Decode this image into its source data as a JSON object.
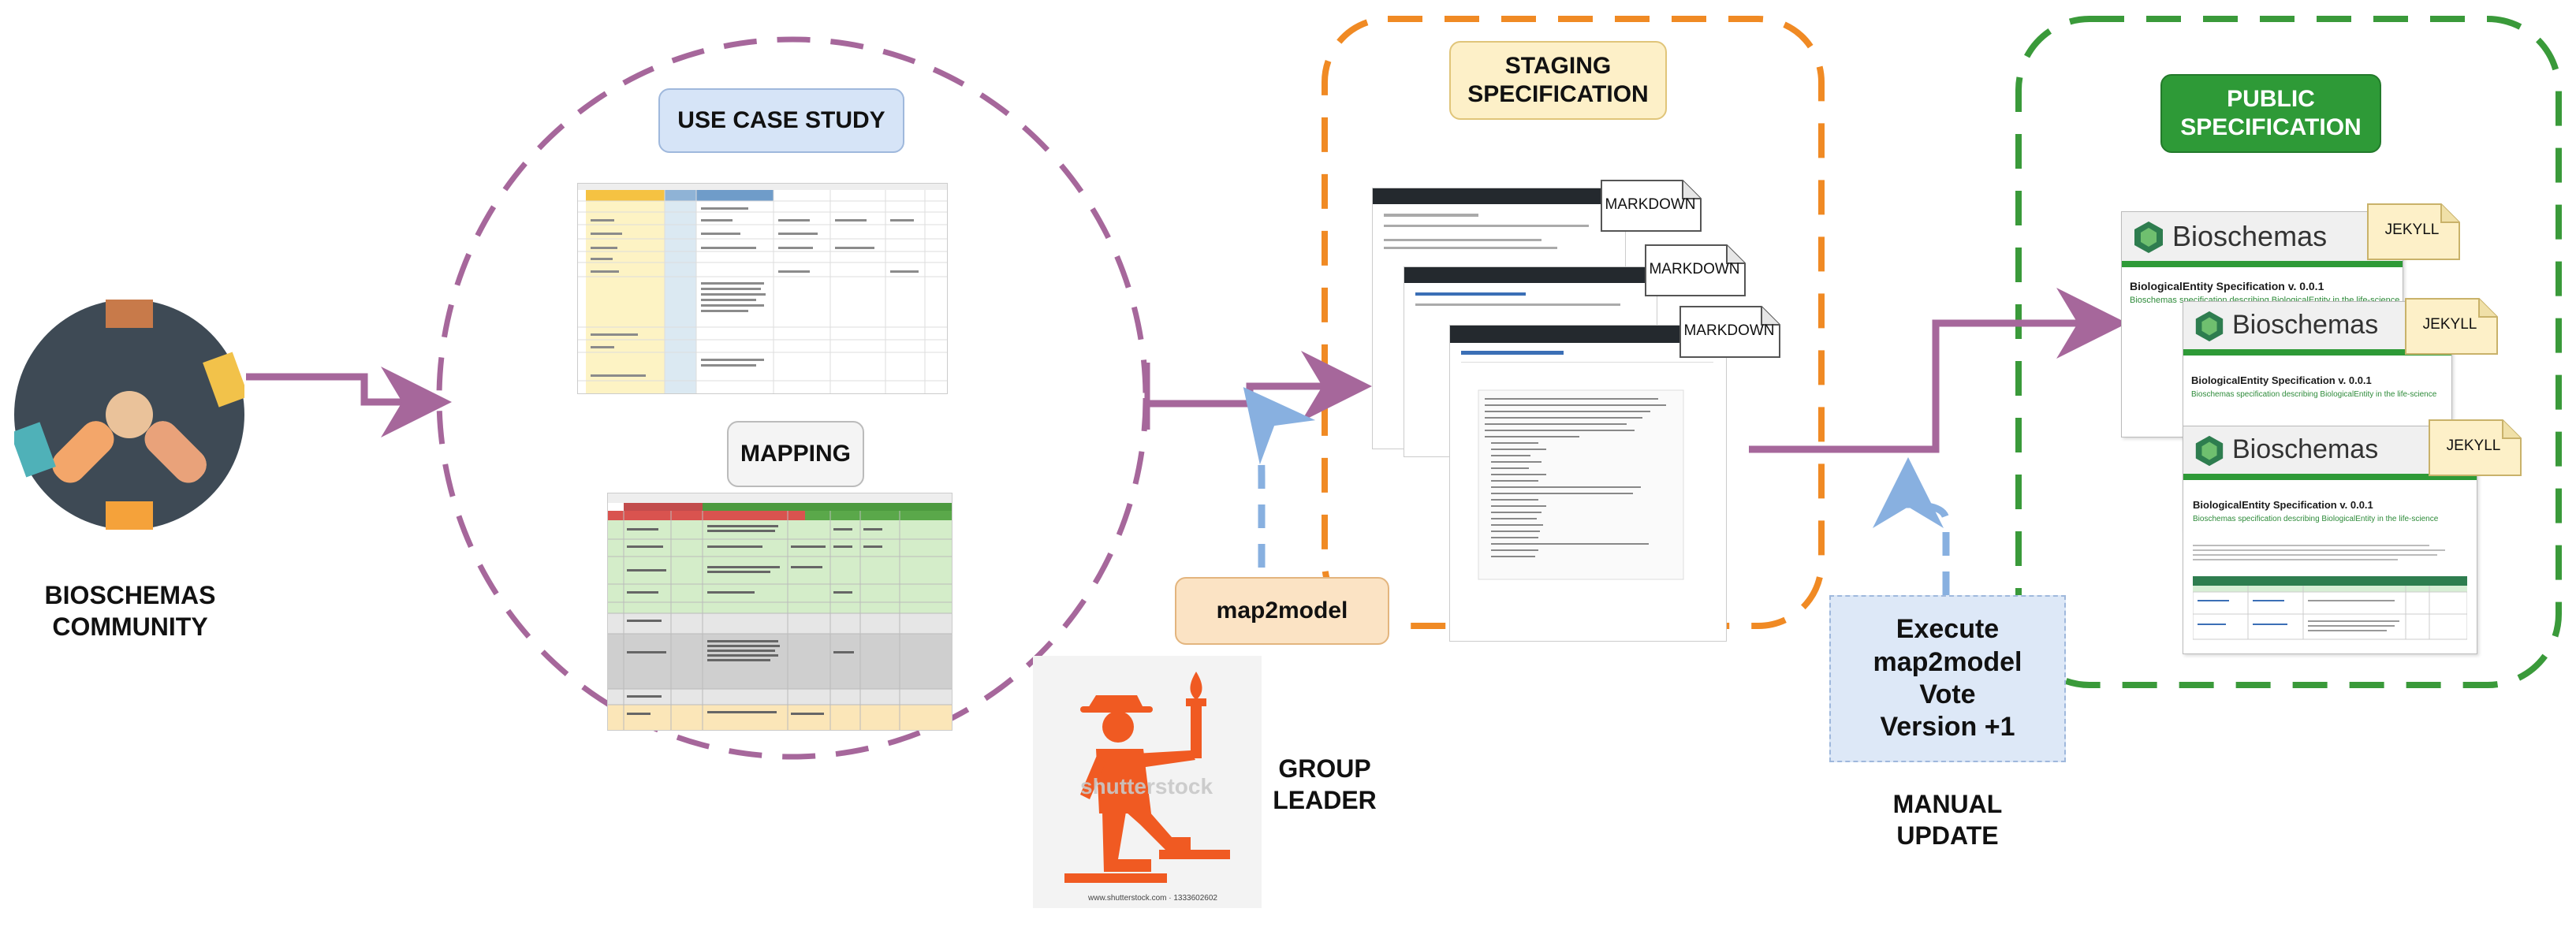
{
  "community": {
    "caption_line1": "BIOSCHEMAS",
    "caption_line2": "COMMUNITY"
  },
  "use_case": {
    "label": "USE CASE STUDY"
  },
  "mapping": {
    "label": "MAPPING"
  },
  "staging": {
    "label_line1": "STAGING",
    "label_line2": "SPECIFICATION",
    "tags": [
      "MARKDOWN",
      "MARKDOWN",
      "MARKDOWN"
    ]
  },
  "map2model": {
    "label": "map2model"
  },
  "group_leader": {
    "caption_line1": "GROUP",
    "caption_line2": "LEADER",
    "watermark": "shutterstock",
    "watermark_url": "www.shutterstock.com · 1333602602"
  },
  "manual_update": {
    "box_lines": [
      "Execute",
      "map2model",
      "Vote",
      "Version +1"
    ],
    "caption_line1": "MANUAL",
    "caption_line2": "UPDATE"
  },
  "public": {
    "label_line1": "PUBLIC",
    "label_line2": "SPECIFICATION",
    "tags": [
      "JEKYLL",
      "JEKYLL",
      "JEKYLL"
    ],
    "site_name": "Bioschemas",
    "spec_title": "BiologicalEntity Specification v. 0.0.1",
    "spec_subtitle": "Bioschemas specification describing BiologicalEntity in the life-science"
  },
  "colors": {
    "purple": "#a6679b",
    "orange": "#f08a24",
    "green": "#3a9a3a",
    "blue": "#88b0e0",
    "usecase_fill": "#d6e4f7",
    "staging_fill": "#fdf0c8",
    "map2model_fill": "#fbe3c4",
    "public_fill": "#2e9a37",
    "manual_fill": "#dde8f7"
  }
}
